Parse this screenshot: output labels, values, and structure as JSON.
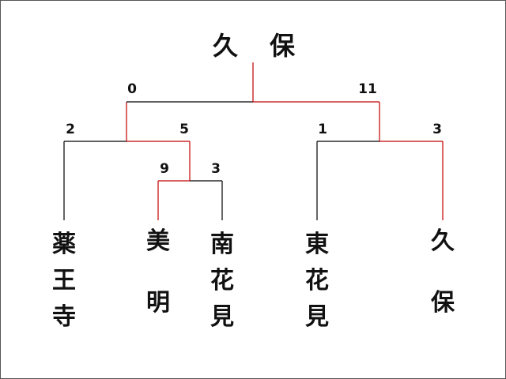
{
  "champion": "久保",
  "colors": {
    "line": "#000000",
    "winner_line": "#c00000"
  },
  "teams": [
    {
      "id": "yakuoji",
      "chars": [
        "薬",
        "王",
        "寺"
      ]
    },
    {
      "id": "bimei",
      "chars": [
        "美",
        "明"
      ]
    },
    {
      "id": "minamihanami",
      "chars": [
        "南",
        "花",
        "見"
      ]
    },
    {
      "id": "higashihanami",
      "chars": [
        "東",
        "花",
        "見"
      ]
    },
    {
      "id": "kubo",
      "chars": [
        "久",
        "保"
      ]
    }
  ],
  "matches": [
    {
      "id": "r1",
      "left_team": "美明",
      "right_team": "南花見",
      "left_score": "9",
      "right_score": "3",
      "winner": "left"
    },
    {
      "id": "r2",
      "left_team": "薬王寺",
      "right_team": "美明",
      "left_score": "2",
      "right_score": "5",
      "winner": "right"
    },
    {
      "id": "r3",
      "left_team": "東花見",
      "right_team": "久保",
      "left_score": "1",
      "right_score": "3",
      "winner": "right"
    },
    {
      "id": "final",
      "left_team": "美明",
      "right_team": "久保",
      "left_score": "0",
      "right_score": "11",
      "winner": "right"
    }
  ]
}
